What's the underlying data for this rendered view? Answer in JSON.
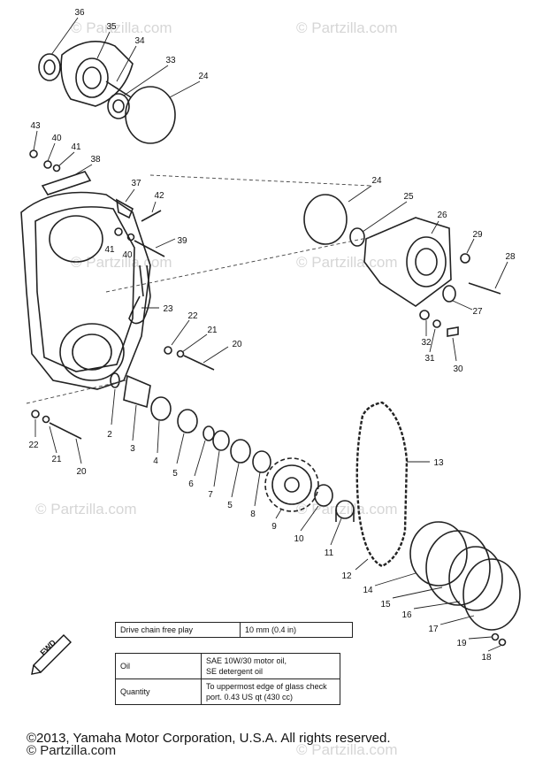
{
  "watermark": "© Partzilla.com",
  "watermark_footer": "© Partzilla.com",
  "copyright": "©2013, Yamaha Motor Corporation, U.S.A. All rights reserved.",
  "fwd_label": "FWD",
  "callouts": [
    {
      "id": "c36",
      "text": "36"
    },
    {
      "id": "c35",
      "text": "35"
    },
    {
      "id": "c34",
      "text": "34"
    },
    {
      "id": "c33",
      "text": "33"
    },
    {
      "id": "c24a",
      "text": "24"
    },
    {
      "id": "c43",
      "text": "43"
    },
    {
      "id": "c40a",
      "text": "40"
    },
    {
      "id": "c41a",
      "text": "41"
    },
    {
      "id": "c38",
      "text": "38"
    },
    {
      "id": "c37",
      "text": "37"
    },
    {
      "id": "c42",
      "text": "42"
    },
    {
      "id": "c41b",
      "text": "41"
    },
    {
      "id": "c40b",
      "text": "40"
    },
    {
      "id": "c39",
      "text": "39"
    },
    {
      "id": "c23",
      "text": "23"
    },
    {
      "id": "c24b",
      "text": "24"
    },
    {
      "id": "c25",
      "text": "25"
    },
    {
      "id": "c26",
      "text": "26"
    },
    {
      "id": "c29",
      "text": "29"
    },
    {
      "id": "c28",
      "text": "28"
    },
    {
      "id": "c27",
      "text": "27"
    },
    {
      "id": "c32",
      "text": "32"
    },
    {
      "id": "c31",
      "text": "31"
    },
    {
      "id": "c30",
      "text": "30"
    },
    {
      "id": "c22a",
      "text": "22"
    },
    {
      "id": "c21a",
      "text": "21"
    },
    {
      "id": "c20a",
      "text": "20"
    },
    {
      "id": "c22b",
      "text": "22"
    },
    {
      "id": "c21b",
      "text": "21"
    },
    {
      "id": "c20b",
      "text": "20"
    },
    {
      "id": "c2",
      "text": "2"
    },
    {
      "id": "c3",
      "text": "3"
    },
    {
      "id": "c4",
      "text": "4"
    },
    {
      "id": "c5a",
      "text": "5"
    },
    {
      "id": "c6",
      "text": "6"
    },
    {
      "id": "c7",
      "text": "7"
    },
    {
      "id": "c5b",
      "text": "5"
    },
    {
      "id": "c8",
      "text": "8"
    },
    {
      "id": "c9",
      "text": "9"
    },
    {
      "id": "c10",
      "text": "10"
    },
    {
      "id": "c11",
      "text": "11"
    },
    {
      "id": "c12",
      "text": "12"
    },
    {
      "id": "c13",
      "text": "13"
    },
    {
      "id": "c14",
      "text": "14"
    },
    {
      "id": "c15",
      "text": "15"
    },
    {
      "id": "c16",
      "text": "16"
    },
    {
      "id": "c17",
      "text": "17"
    },
    {
      "id": "c19",
      "text": "19"
    },
    {
      "id": "c18",
      "text": "18"
    }
  ],
  "spec_table": {
    "row1_label": "Drive chain free play",
    "row1_value": "10 mm (0.4 in)",
    "oil_label": "Oil",
    "oil_value_line1": "SAE 10W/30 motor oil,",
    "oil_value_line2": "SE detergent oil",
    "quantity_label": "Quantity",
    "quantity_value_line1": "To uppermost edge of glass check",
    "quantity_value_line2": "port.  0.43 US qt (430 cc)"
  }
}
